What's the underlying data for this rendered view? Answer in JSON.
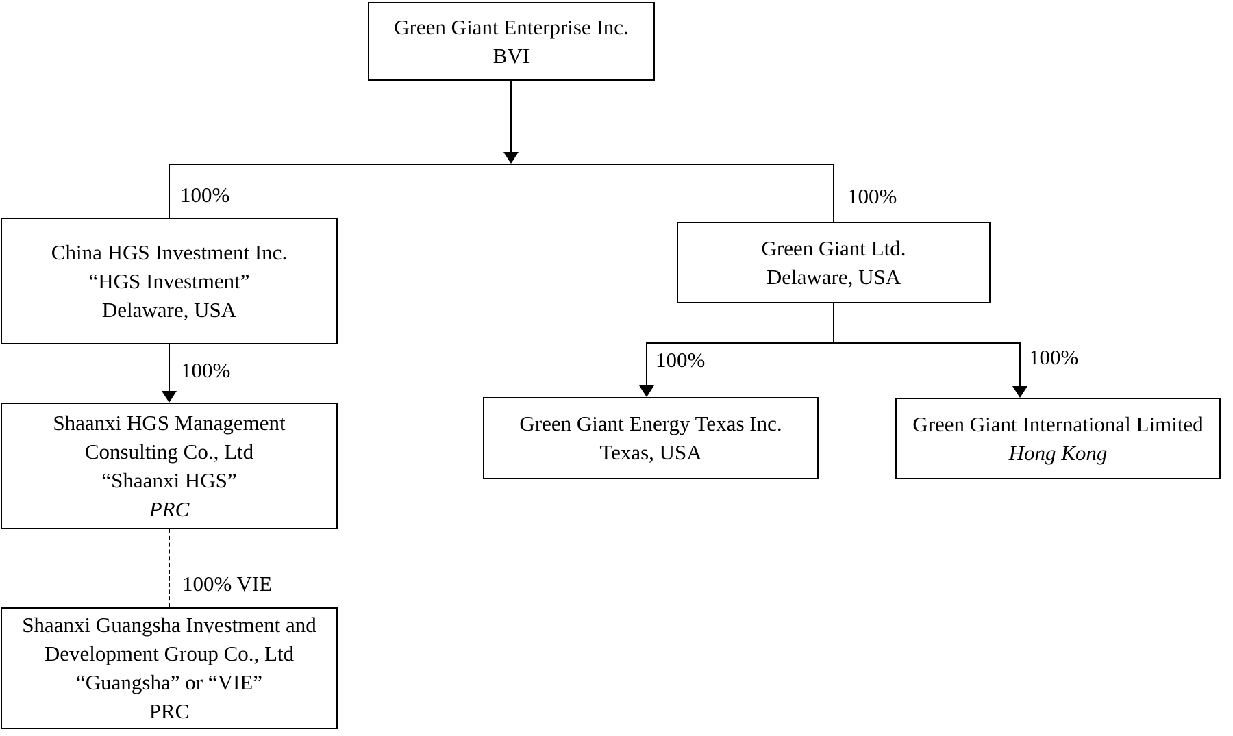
{
  "nodes": {
    "parent": {
      "lines": [
        "Green Giant Enterprise Inc.",
        "BVI"
      ]
    },
    "china_hgs": {
      "lines": [
        "China HGS Investment Inc.",
        "“HGS Investment”",
        "Delaware, USA"
      ]
    },
    "shaanxi_hgs": {
      "lines": [
        "Shaanxi HGS Management",
        "Consulting Co., Ltd",
        "“Shaanxi HGS”",
        "PRC"
      ]
    },
    "guangsha": {
      "lines": [
        "Shaanxi Guangsha Investment and",
        "Development Group Co., Ltd",
        "“Guangsha” or “VIE”",
        "PRC"
      ]
    },
    "green_giant_ltd": {
      "lines": [
        "Green Giant Ltd.",
        "Delaware, USA"
      ]
    },
    "green_giant_energy_texas": {
      "lines": [
        "Green Giant Energy Texas Inc.",
        "Texas, USA"
      ]
    },
    "green_giant_international": {
      "lines": [
        "Green Giant International Limited",
        "Hong Kong"
      ]
    }
  },
  "edges": {
    "parent_to_china_hgs": {
      "from": "parent",
      "to": "china_hgs",
      "label": "100%"
    },
    "parent_to_green_giant_ltd": {
      "from": "parent",
      "to": "green_giant_ltd",
      "label": "100%"
    },
    "china_hgs_to_shaanxi_hgs": {
      "from": "china_hgs",
      "to": "shaanxi_hgs",
      "label": "100%"
    },
    "shaanxi_hgs_to_guangsha": {
      "from": "shaanxi_hgs",
      "to": "guangsha",
      "label": "100% VIE"
    },
    "green_giant_ltd_to_texas": {
      "from": "green_giant_ltd",
      "to": "green_giant_energy_texas",
      "label": "100%"
    },
    "green_giant_ltd_to_international": {
      "from": "green_giant_ltd",
      "to": "green_giant_international",
      "label": "100%"
    }
  },
  "colors": {
    "line": "#000000",
    "background": "#ffffff",
    "text": "#000000"
  }
}
